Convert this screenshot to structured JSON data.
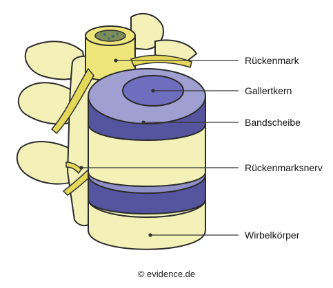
{
  "labels": {
    "spinal_cord": "Rückenmark",
    "nucleus": "Gallertkern",
    "disc": "Bandscheibe",
    "nerve": "Rückenmarksnerv",
    "vertebral_body": "Wirbelkörper"
  },
  "caption": "© evidence.de",
  "colors": {
    "bone": "#F3F1B8",
    "bone_shade": "#D9D58A",
    "disc_side": "#55549E",
    "disc_top": "#9F9FD2",
    "nucleus": "#6E6EBE",
    "nerve": "#E3D85A",
    "outline": "#2b2b2b",
    "leader_line": "#333333"
  }
}
